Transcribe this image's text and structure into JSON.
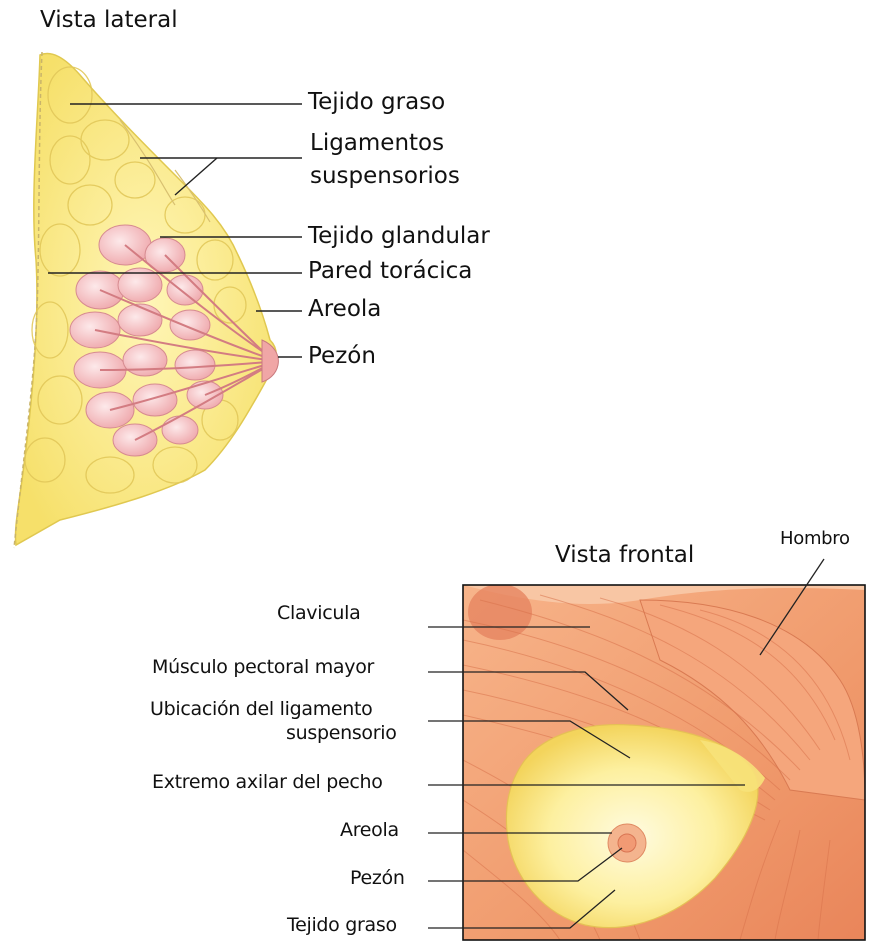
{
  "lateral": {
    "title": "Vista lateral",
    "labels": {
      "tejido_graso": "Tejido graso",
      "ligamentos_1": "Ligamentos",
      "ligamentos_2": "suspensorios",
      "tejido_glandular": "Tejido glandular",
      "pared_toracica": "Pared torácica",
      "areola": "Areola",
      "pezon": "Pezón"
    }
  },
  "frontal": {
    "title": "Vista frontal",
    "labels": {
      "hombro": "Hombro",
      "clavicula": "Clavicula",
      "musculo": "Músculo pectoral mayor",
      "ubicacion_1": "Ubicación del ligamento",
      "ubicacion_2": "suspensorio",
      "extremo": "Extremo axilar del pecho",
      "areola": "Areola",
      "pezon": "Pezón",
      "tejido_graso": "Tejido graso"
    }
  },
  "colors": {
    "fat": "#f8ec8c",
    "gland": "#f4c4c4",
    "muscle": "#f2a278",
    "leader": "#222222"
  }
}
